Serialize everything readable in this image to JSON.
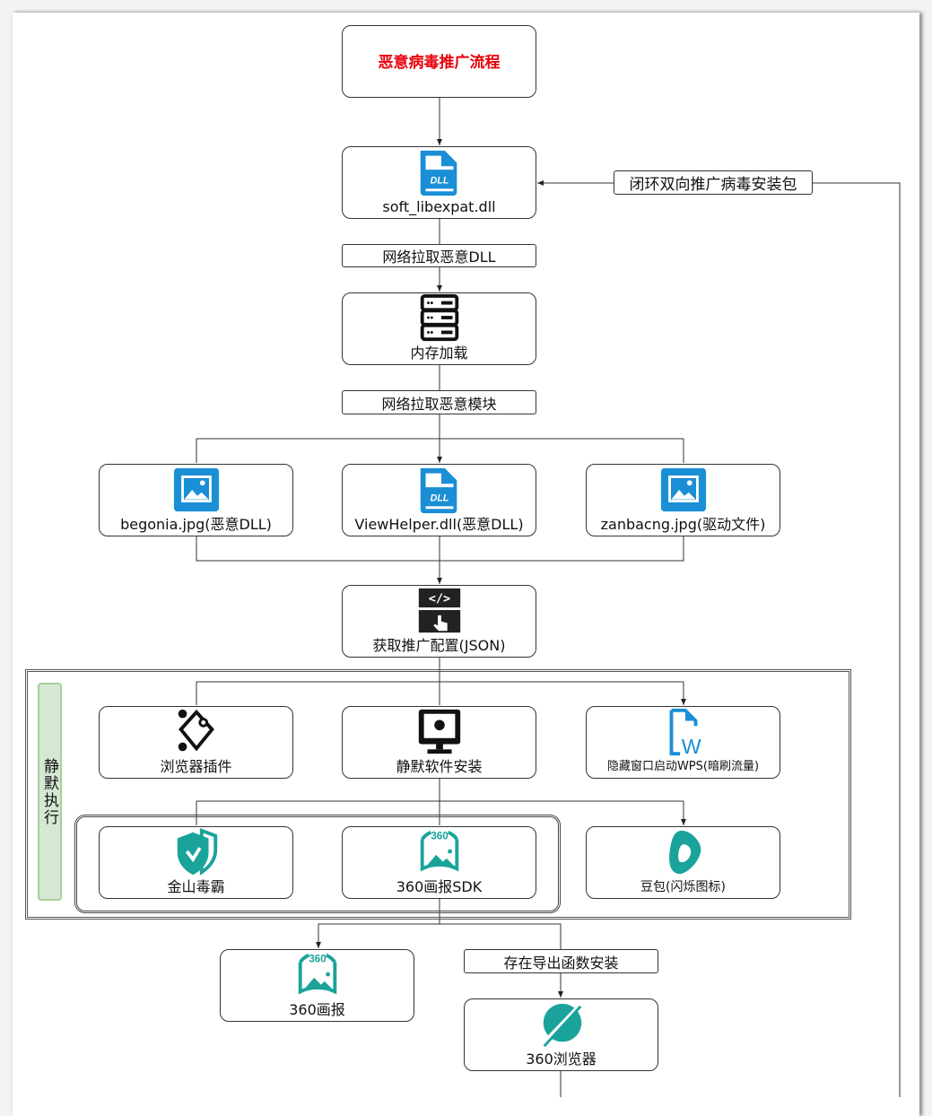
{
  "title": "恶意病毒推广流程",
  "loop_label": "闭环双向推广病毒安装包",
  "nodes": {
    "soft_dll": "soft_libexpat.dll",
    "pull_dll": "网络拉取恶意DLL",
    "mem_load": "内存加载",
    "pull_module": "网络拉取恶意模块",
    "begonia": "begonia.jpg(恶意DLL)",
    "viewhelper": "ViewHelper.dll(恶意DLL)",
    "zanbacng": "zanbacng.jpg(驱动文件)",
    "json_config": "获取推广配置(JSON)",
    "browser_plugin": "浏览器插件",
    "silent_install": "静默软件安装",
    "wps": "隐藏窗口启动WPS(暗刷流量)",
    "jinshan": "金山毒霸",
    "sdk360": "360画报SDK",
    "doubao": "豆包(闪烁图标)",
    "huabao360": "360画报",
    "export_install": "存在导出函数安装",
    "browser360": "360浏览器"
  },
  "group_label": "静默执行",
  "icon_text": {
    "dll": "DLL",
    "w": "W",
    "n360": "360"
  },
  "colors": {
    "title": "#e8000b",
    "blue": "#1a8fd6",
    "teal": "#1aa39a",
    "green": "#d5e8d4"
  }
}
